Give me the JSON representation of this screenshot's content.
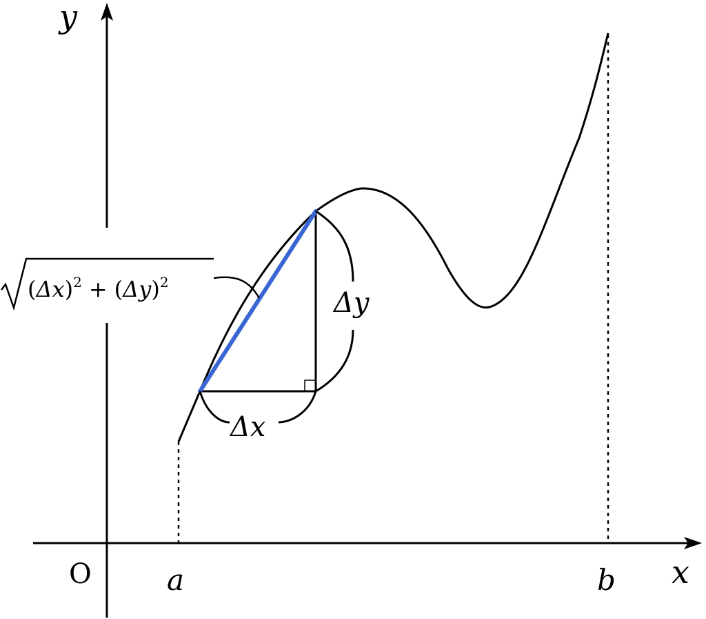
{
  "labels": {
    "y_axis": "y",
    "x_axis": "x",
    "origin": "O",
    "a": "a",
    "b": "b",
    "delta_x": "Δx",
    "delta_y": "Δy",
    "chord": {
      "open1": "(",
      "dx": "Δx",
      "close1": ")",
      "exp1": "2",
      "plus": "+",
      "open2": "(",
      "dy": "Δy",
      "close2": ")",
      "exp2": "2"
    }
  },
  "colors": {
    "ink": "#000000",
    "chord": "#3a66d4",
    "background": "#ffffff"
  }
}
